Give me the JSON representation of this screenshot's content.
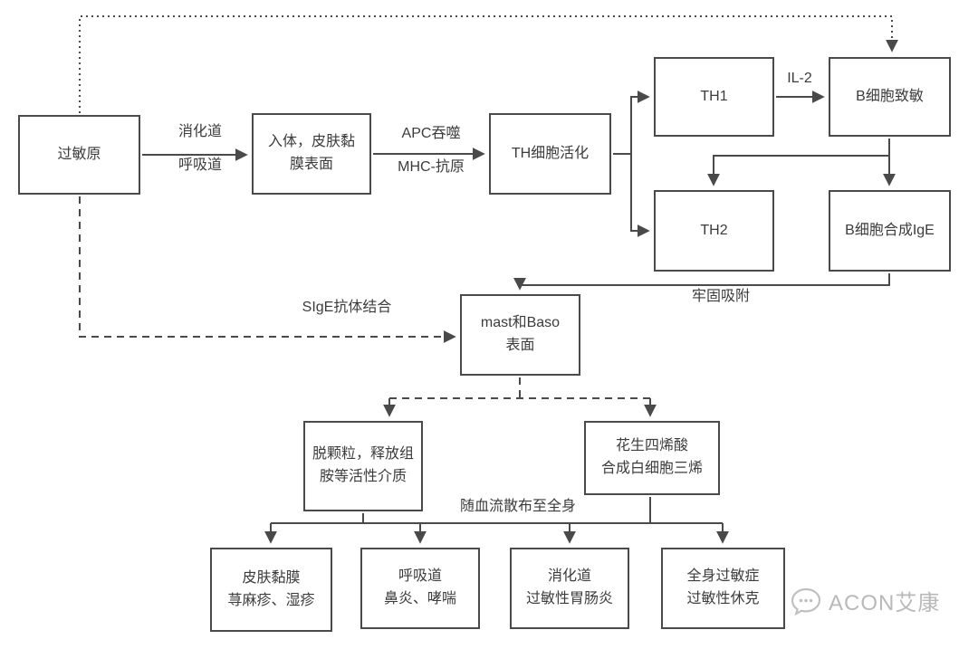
{
  "nodes": {
    "allergen": {
      "lines": [
        "过敏原"
      ]
    },
    "entry": {
      "lines": [
        "入体，皮肤黏",
        "膜表面"
      ]
    },
    "th_activation": {
      "lines": [
        "TH细胞活化"
      ]
    },
    "th1": {
      "lines": [
        "TH1"
      ]
    },
    "b_sensitized": {
      "lines": [
        "B细胞致敏"
      ]
    },
    "th2": {
      "lines": [
        "TH2"
      ]
    },
    "b_ige": {
      "lines": [
        "B细胞合成IgE"
      ]
    },
    "mast": {
      "lines": [
        "mast和Baso",
        "表面"
      ]
    },
    "degranulation": {
      "lines": [
        "脱颗粒，释放组",
        "胺等活性介质"
      ]
    },
    "arachidonic": {
      "lines": [
        "花生四烯酸",
        "合成白细胞三烯"
      ]
    },
    "skin": {
      "lines": [
        "皮肤黏膜",
        "荨麻疹、湿疹"
      ]
    },
    "respiratory": {
      "lines": [
        "呼吸道",
        "鼻炎、哮喘"
      ]
    },
    "digestive": {
      "lines": [
        "消化道",
        "过敏性胃肠炎"
      ]
    },
    "systemic": {
      "lines": [
        "全身过敏症",
        "过敏性休克"
      ]
    }
  },
  "edge_labels": {
    "digestive_tract": "消化道",
    "respiratory_tract": "呼吸道",
    "apc_phagocytosis": "APC吞噬",
    "mhc_antigen": "MHC-抗原",
    "il2": "IL-2",
    "sige_binding": "SIgE抗体结合",
    "firm_adsorption": "牢固吸附",
    "blood_spread": "随血流散布至全身"
  },
  "watermark": {
    "brand": "ACON艾康"
  },
  "colors": {
    "background": "#ffffff",
    "line": "#4a4a4a",
    "box_border": "#4a4a4a",
    "text": "#3c3c3c",
    "watermark": "#b9b9b9"
  }
}
